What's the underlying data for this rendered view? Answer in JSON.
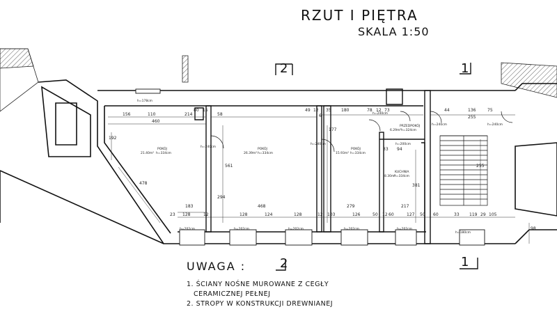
{
  "title": "RZUT I PIĘTRA",
  "scale": "SKALA 1:50",
  "sections": {
    "left_top": "2",
    "right_top": "1",
    "left_bottom": "2",
    "right_bottom": "1"
  },
  "notes": {
    "heading": "UWAGA :",
    "items": [
      "1. ŚCIANY NOŚNE MUROWANE Z CEGŁY",
      "CERAMICZNEJ PEŁNEJ",
      "2. STROPY W KONSTRUKCJI DREWNIANEJ"
    ]
  },
  "rooms": [
    {
      "name": "POKÓJ",
      "area": "21.40m²",
      "height": "h=334cm"
    },
    {
      "name": "POKÓJ",
      "area": "26.39m²",
      "height": "h=334cm"
    },
    {
      "name": "POKÓJ",
      "area": "15.93m²",
      "height": "h=334cm"
    },
    {
      "name": "KUCHNIA",
      "area": "8.30m²",
      "height": "h=334cm"
    },
    {
      "name": "PRZEDPOKÓJ",
      "area": "6.29m²",
      "height": "h=324cm"
    }
  ],
  "dimensions": {
    "top": [
      "156",
      "110",
      "214",
      "460",
      "80",
      "15",
      "58",
      "49",
      "12",
      "35",
      "6",
      "180",
      "78",
      "12",
      "73",
      "44",
      "136",
      "75",
      "255"
    ],
    "bottom": [
      "23",
      "128",
      "12",
      "183",
      "468",
      "128",
      "124",
      "128",
      "12",
      "103",
      "279",
      "126",
      "50",
      "12",
      "60",
      "217",
      "127",
      "50",
      "60",
      "33",
      "119",
      "29",
      "105"
    ],
    "vertical": [
      "192",
      "478",
      "294",
      "561",
      "177",
      "381",
      "255",
      "98"
    ],
    "openings": [
      "h=178cm",
      "h=240cm",
      "h=240cm",
      "h=240cm",
      "h=240cm",
      "h=240cm",
      "h=200cm",
      "h=202cm",
      "h=202cm",
      "h=202cm",
      "h=202cm",
      "h=202cm",
      "h=180cm",
      "94",
      "33"
    ]
  }
}
